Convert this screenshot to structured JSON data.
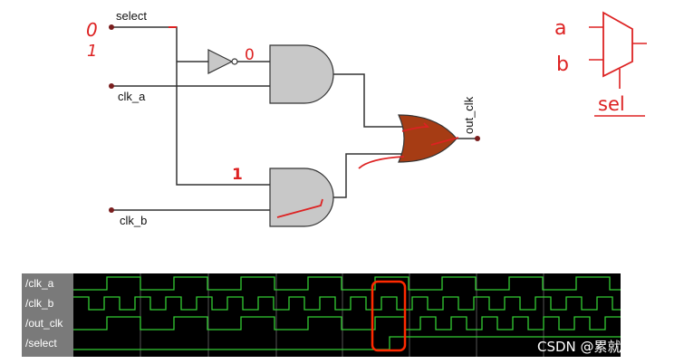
{
  "circuit": {
    "inputs": [
      {
        "id": "select",
        "label": "select"
      },
      {
        "id": "clk_a",
        "label": "clk_a"
      },
      {
        "id": "clk_b",
        "label": "clk_b"
      }
    ],
    "output": {
      "id": "out_clk",
      "label": "out_clk"
    },
    "gates": [
      {
        "id": "inverter",
        "type": "not"
      },
      {
        "id": "and-top",
        "type": "and"
      },
      {
        "id": "and-bottom",
        "type": "and"
      },
      {
        "id": "or-out",
        "type": "or",
        "color": "#a63c14"
      }
    ],
    "gate_fill": "#c8c8c8",
    "wire_color": "#333333",
    "pin_color": "#7a1e1e"
  },
  "annotations": {
    "color": "#dd2222",
    "select_values": [
      "0",
      "1"
    ],
    "inverter_out": "0",
    "and_bottom_in": "1",
    "mux_inputs": [
      "a",
      "b"
    ],
    "mux_select": "sel"
  },
  "waveform": {
    "background": "#000000",
    "label_background": "#7a7a7a",
    "trace_color": "#33cc33",
    "highlight_color": "#ff2a00",
    "signals": [
      {
        "label": "/clk_a"
      },
      {
        "label": "/clk_b"
      },
      {
        "label": "/out_clk"
      },
      {
        "label": "/select"
      }
    ]
  },
  "watermark": "CSDN @累就对了"
}
